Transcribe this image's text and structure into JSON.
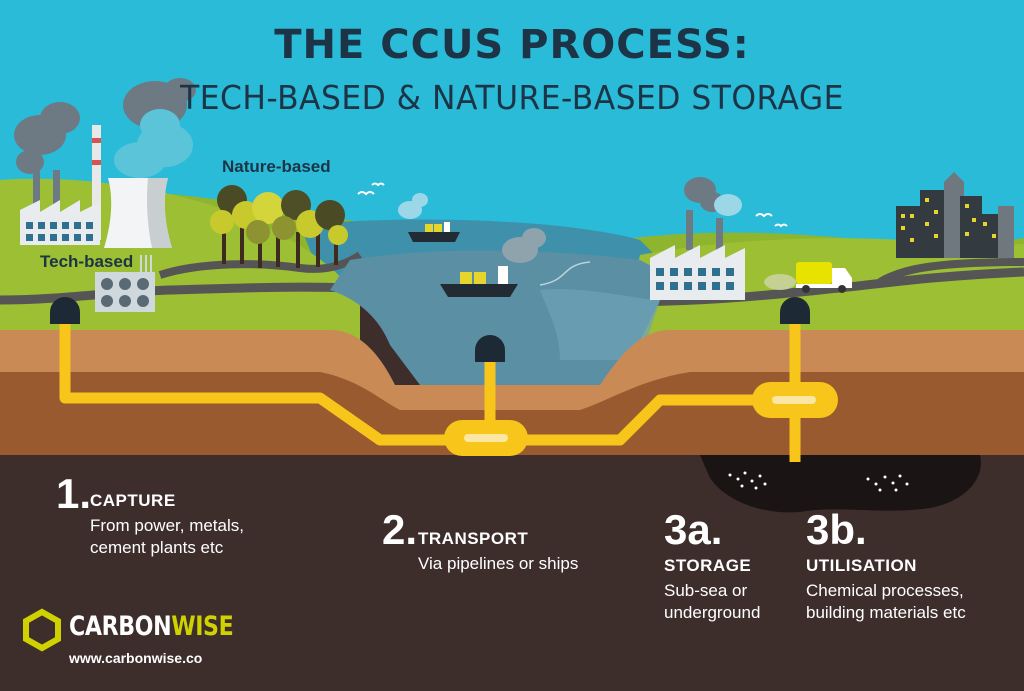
{
  "title": {
    "line1": "THE CCUS PROCESS:",
    "line2": "TECH-BASED & NATURE-BASED STORAGE"
  },
  "labels": {
    "nature_based": "Nature-based",
    "tech_based": "Tech-based"
  },
  "steps": [
    {
      "number": "1.",
      "heading": "CAPTURE",
      "description_line1": "From power, metals,",
      "description_line2": "cement plants etc"
    },
    {
      "number": "2.",
      "heading": "TRANSPORT",
      "description_line1": "Via pipelines or ships"
    },
    {
      "number": "3a.",
      "heading": "STORAGE",
      "description_line1": "Sub-sea or",
      "description_line2": "underground"
    },
    {
      "number": "3b.",
      "heading": "UTILISATION",
      "description_line1": "Chemical processes,",
      "description_line2": "building materials etc"
    }
  ],
  "brand": {
    "name_part1": "CARBON",
    "name_part2": "WISE",
    "url": "www.carbonwise.co"
  },
  "colors": {
    "sky": "#29bbd8",
    "title": "#1d3446",
    "grass": "#9dbf33",
    "water": "#5a8fa4",
    "soil_light": "#c98a55",
    "soil_mid": "#9a5a30",
    "soil_dark": "#3d2e2c",
    "pipeline": "#f8c51b",
    "brand_accent": "#cfd200"
  },
  "icons": [
    "power-plant-icon",
    "cooling-tower-icon",
    "tree-icon",
    "direct-air-capture-icon",
    "cargo-ship-icon",
    "factory-icon",
    "truck-icon",
    "city-skyline-icon",
    "bird-icon",
    "hexagon-logo-icon"
  ]
}
